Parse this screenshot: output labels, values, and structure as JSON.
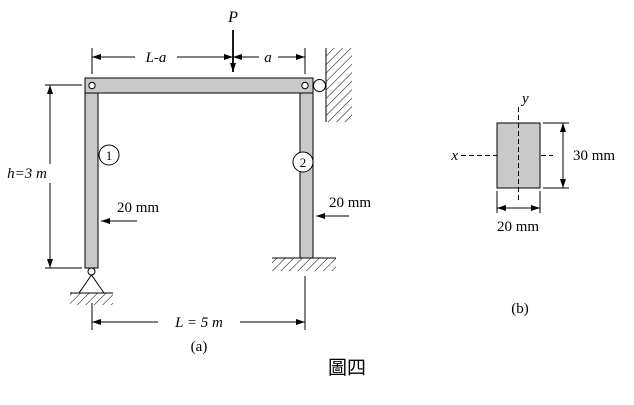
{
  "caption": "圖四",
  "part_a": {
    "label": "(a)",
    "load": "P",
    "dim_left": "L-a",
    "dim_right": "a",
    "height": "h=3 m",
    "member_1": "1",
    "member_2": "2",
    "col1_width": "20 mm",
    "col2_width": "20 mm",
    "span": "L = 5 m"
  },
  "part_b": {
    "label": "(b)",
    "axis_x": "x",
    "axis_y": "y",
    "width": "20 mm",
    "height": "30 mm"
  },
  "colors": {
    "member_fill": "#c9c9c9",
    "line": "#000000"
  }
}
